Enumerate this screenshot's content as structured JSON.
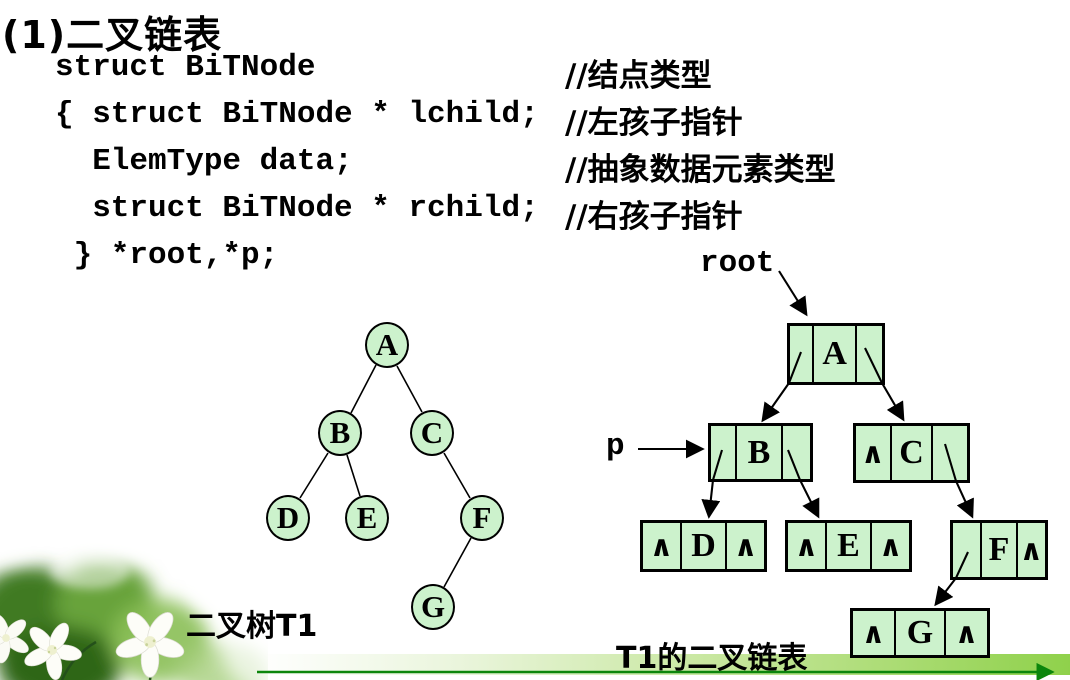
{
  "slide_title": "(1)二叉链表",
  "code": {
    "lines": [
      {
        "code": "struct BiTNode",
        "comment": "//结点类型"
      },
      {
        "code": "{ struct BiTNode * lchild;",
        "comment": "//左孩子指针"
      },
      {
        "code": "  ElemType data;",
        "comment": "//抽象数据元素类型"
      },
      {
        "code": "  struct BiTNode * rchild;",
        "comment": "//右孩子指针"
      },
      {
        "code": " } *root,*p;",
        "comment": ""
      }
    ]
  },
  "tree_diagram": {
    "caption": "二叉树T1",
    "nodes": [
      "A",
      "B",
      "C",
      "D",
      "E",
      "F",
      "G"
    ],
    "edges": [
      [
        "A",
        "B"
      ],
      [
        "A",
        "C"
      ],
      [
        "B",
        "D"
      ],
      [
        "B",
        "E"
      ],
      [
        "C",
        "F"
      ],
      [
        "F",
        "G"
      ]
    ]
  },
  "list_diagram": {
    "caption": "T1的二叉链表",
    "root_pointer_label": "root",
    "p_pointer_label": "p",
    "null_symbol": "∧",
    "nodes": [
      {
        "data": "A",
        "lchild": "pointer-to-B",
        "rchild": "pointer-to-C"
      },
      {
        "data": "B",
        "lchild": "pointer-to-D",
        "rchild": "pointer-to-E"
      },
      {
        "data": "C",
        "lchild": "null",
        "rchild": "pointer-to-F"
      },
      {
        "data": "D",
        "lchild": "null",
        "rchild": "null"
      },
      {
        "data": "E",
        "lchild": "null",
        "rchild": "null"
      },
      {
        "data": "F",
        "lchild": "pointer-to-G",
        "rchild": "null"
      },
      {
        "data": "G",
        "lchild": "null",
        "rchild": "null"
      }
    ]
  },
  "colors": {
    "node_fill": "#ccf2cc",
    "outline": "#000000",
    "bar_green": "#8fd14b",
    "bar_arrow_green": "#0c860c",
    "background": "#ffffff"
  }
}
